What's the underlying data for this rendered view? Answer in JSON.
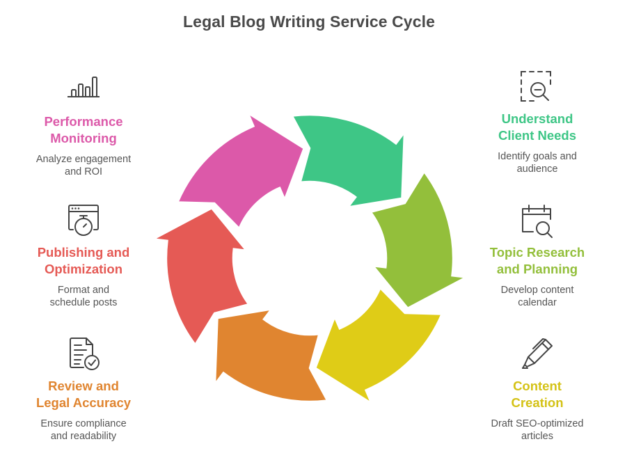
{
  "title": "Legal Blog Writing Service Cycle",
  "steps": [
    {
      "id": "understand",
      "icon": "dashed-magnifier-minus-icon",
      "label_line1": "Understand",
      "label_line2": "Client Needs",
      "desc_line1": "Identify goals and",
      "desc_line2": "audience",
      "color": "#3ec686",
      "side": "right"
    },
    {
      "id": "research",
      "icon": "calendar-search-icon",
      "label_line1": "Topic Research",
      "label_line2": "and Planning",
      "desc_line1": "Develop content",
      "desc_line2": "calendar",
      "color": "#93bf3b",
      "side": "right"
    },
    {
      "id": "creation",
      "icon": "pen-icon",
      "label_line1": "Content",
      "label_line2": "Creation",
      "desc_line1": "Draft SEO-optimized",
      "desc_line2": "articles",
      "color": "#dfcc17",
      "side": "right"
    },
    {
      "id": "review",
      "icon": "document-check-icon",
      "label_line1": "Review and",
      "label_line2": "Legal Accuracy",
      "desc_line1": "Ensure compliance",
      "desc_line2": "and readability",
      "color": "#e08530",
      "side": "left"
    },
    {
      "id": "publishing",
      "icon": "browser-stopwatch-icon",
      "label_line1": "Publishing and",
      "label_line2": "Optimization",
      "desc_line1": "Format and",
      "desc_line2": "schedule posts",
      "color": "#e55a55",
      "side": "left"
    },
    {
      "id": "monitoring",
      "icon": "bar-chart-icon",
      "label_line1": "Performance",
      "label_line2": "Monitoring",
      "desc_line1": "Analyze engagement",
      "desc_line2": "and ROI",
      "color": "#dc59a9",
      "side": "left"
    }
  ]
}
